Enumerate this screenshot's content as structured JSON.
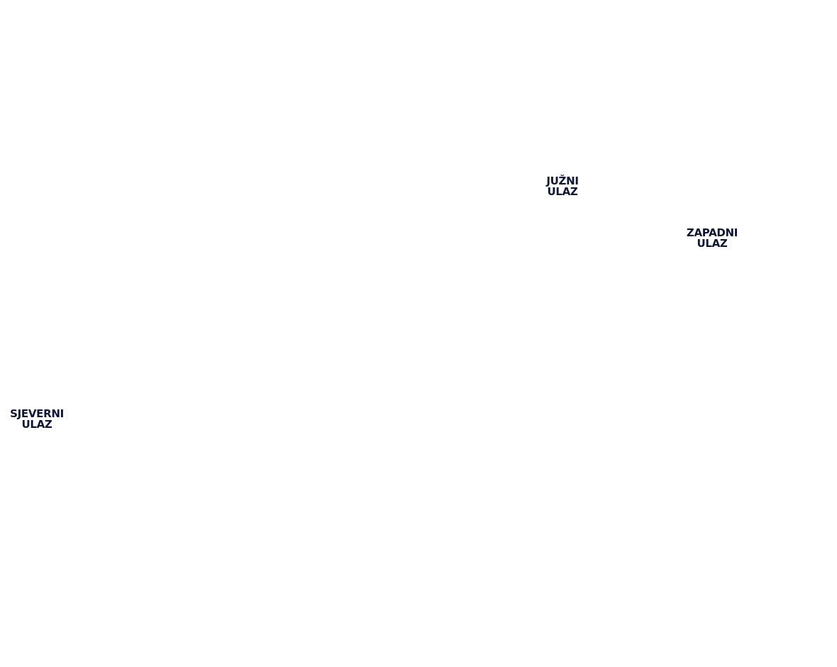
{
  "map": {
    "text_color": "#0d1533",
    "labels": [
      {
        "id": "juzni",
        "line1": "JUŽNI",
        "line2": "ULAZ"
      },
      {
        "id": "zapadni",
        "line1": "ZAPADNI",
        "line2": "ULAZ"
      },
      {
        "id": "sjeverni",
        "line1": "SJEVERNI",
        "line2": "ULAZ"
      }
    ]
  }
}
